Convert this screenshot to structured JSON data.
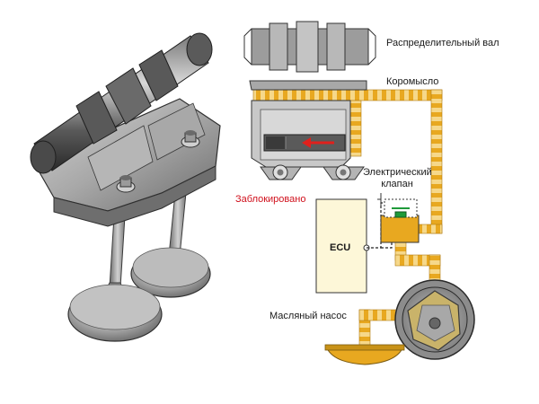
{
  "labels": {
    "camshaft": "Распределительный вал",
    "rocker_arm": "Коромысло",
    "solenoid_valve_line1": "Электрический",
    "solenoid_valve_line2": "клапан",
    "locked": "Заблокировано",
    "ecu": "ECU",
    "oil_pump": "Масляный насос"
  },
  "colors": {
    "oil_channel": "#e8a820",
    "oil_stripe": "#f6d88a",
    "metal": "#9a9a9a",
    "metal_dark": "#3a3a3a",
    "locked_text": "#d0101c",
    "arrow": "#e0201c",
    "ecu_fill": "#fdf7d8",
    "valve_green": "#1f9a3a"
  }
}
